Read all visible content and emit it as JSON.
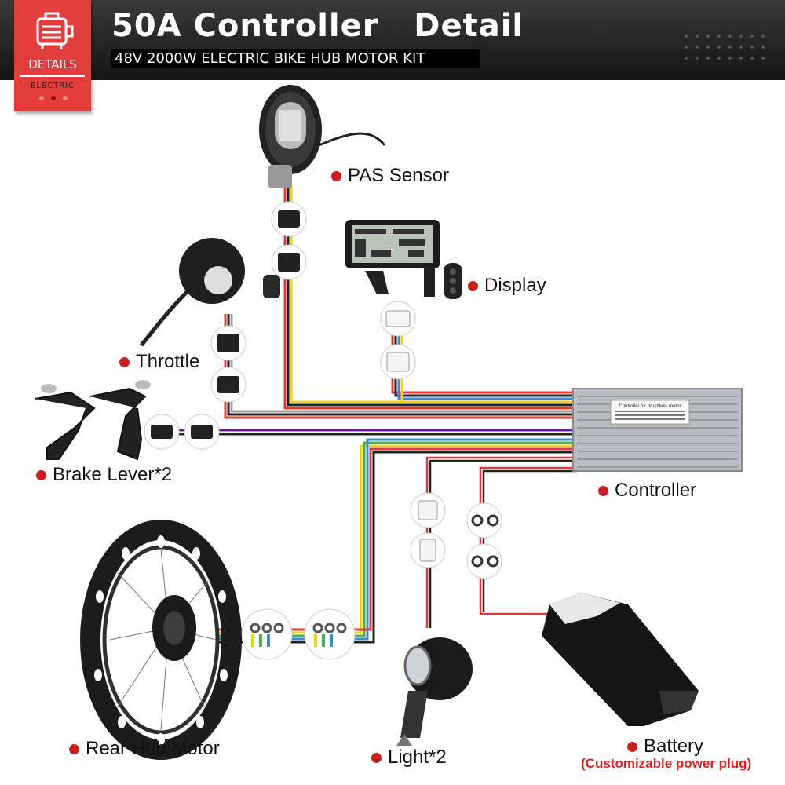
{
  "header": {
    "title": "50A Controller   Detail",
    "subtitle": "48V 2000W ELECTRIC BIKE HUB MOTOR KIT"
  },
  "badge": {
    "label": "DETAILS",
    "sub": "ELECTRIC",
    "icon": "motor-icon",
    "color": "#e33c3c"
  },
  "components": {
    "pas_sensor": "PAS Sensor",
    "display": "Display",
    "throttle": "Throttle",
    "brake_lever": "Brake Lever*2",
    "controller": "Controller",
    "rear_hub_motor": "Rear Hub Motor",
    "light": "Light*2",
    "battery": "Battery",
    "battery_note": "(Customizable power plug)"
  },
  "controller_device": {
    "plate_title": "Controller for brushless motor"
  },
  "colors": {
    "accent": "#e33c3c",
    "bullet": "#c82020",
    "note": "#e02020"
  }
}
